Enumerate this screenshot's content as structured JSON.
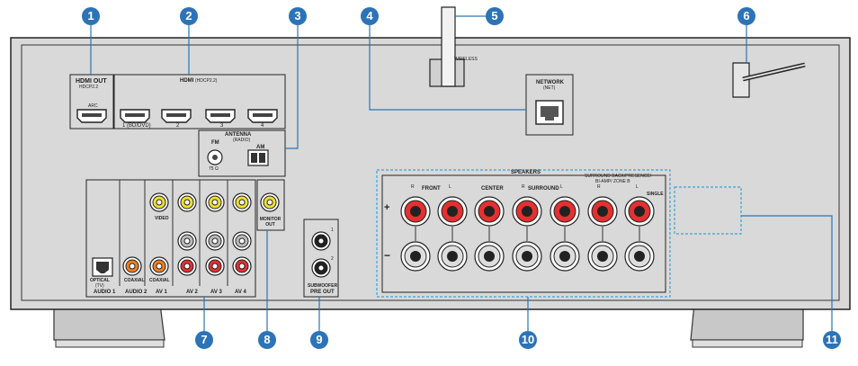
{
  "panel": {
    "hdmi_out": {
      "title": "HDMI OUT",
      "sub": "HDCP2.2",
      "arc": "ARC"
    },
    "hdmi_in": {
      "title": "HDMI",
      "sub": "(HDCP2.2)",
      "ports": [
        "1 (BD/DVD)",
        "2",
        "3",
        "4"
      ]
    },
    "antenna": {
      "title": "ANTENNA",
      "sub": "(RADIO)",
      "fm": "FM",
      "fm_ohm": "75 Ω",
      "am": "AM"
    },
    "wireless": "WIRELESS",
    "network": {
      "title": "NETWORK",
      "sub": "(NET)"
    },
    "video_label": "VIDEO",
    "audio_inputs": {
      "optical": "OPTICAL",
      "tv": "(TV)",
      "coaxial_1": "COAXIAL",
      "coaxial_2": "COAXIAL",
      "groups": [
        "AUDIO 1",
        "AUDIO 2",
        "AV 1",
        "AV 2",
        "AV 3",
        "AV 4"
      ]
    },
    "monitor_out": "MONITOR OUT",
    "subwoofer": {
      "title": "SUBWOOFER",
      "sub": "PRE OUT",
      "ch1": "1",
      "ch2": "2"
    },
    "speakers": {
      "title": "SPEAKERS",
      "right_note_1": "SURROUND BACK/PRESENCE/",
      "right_note_2": "BI-AMP/ ZONE B",
      "front": "FRONT",
      "center": "CENTER",
      "surround": "SURROUND",
      "single": "SINGLE",
      "r": "R",
      "l": "L",
      "plus": "+",
      "minus": "−"
    }
  },
  "callouts": [
    "1",
    "2",
    "3",
    "4",
    "5",
    "6",
    "7",
    "8",
    "9",
    "10",
    "11"
  ],
  "colors": {
    "callout": "#2c73b8",
    "panel": "#d9d9d9",
    "red_terminal": "#e53030",
    "yellow_jack": "#f0e030",
    "orange_jack": "#f08020",
    "dash_frame": "#3aa3d8"
  }
}
